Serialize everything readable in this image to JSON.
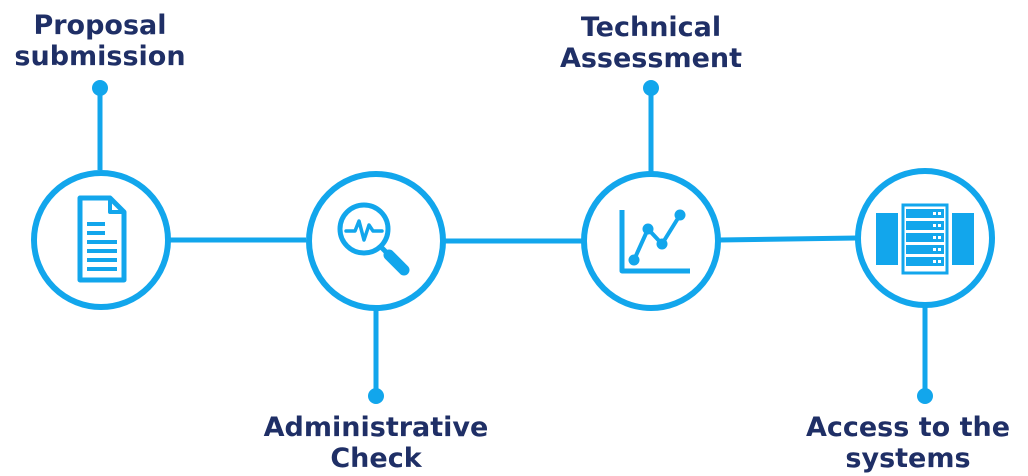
{
  "colors": {
    "accent": "#12a6ec",
    "text": "#1f2f66",
    "background": "#ffffff"
  },
  "steps": [
    {
      "label": "Proposal\nsubmission",
      "icon": "document-icon",
      "label_position": "top"
    },
    {
      "label": "Administrative\nCheck",
      "icon": "magnifier-pulse-icon",
      "label_position": "bottom"
    },
    {
      "label": "Technical\nAssessment",
      "icon": "line-chart-icon",
      "label_position": "top"
    },
    {
      "label": "Access to the\nsystems",
      "icon": "server-rack-icon",
      "label_position": "bottom"
    }
  ]
}
